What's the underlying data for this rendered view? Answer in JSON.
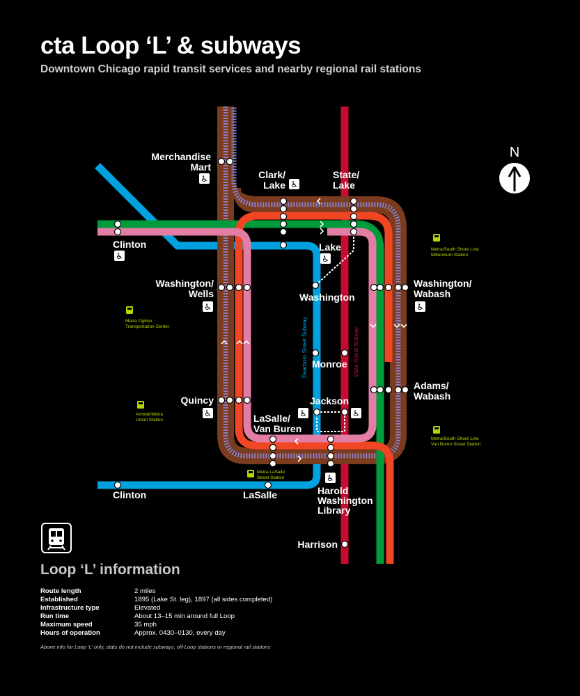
{
  "header": {
    "title": "cta Loop ‘L’ & subways",
    "subtitle": "Downtown Chicago rapid transit services and nearby regional rail stations"
  },
  "compass": {
    "label": "N"
  },
  "colors": {
    "brown": "#7a3b1f",
    "green": "#009b3a",
    "orange": "#f14624",
    "pink": "#e27ea6",
    "blue": "#00a1de",
    "red": "#c60c30",
    "purple": "#8a7fc4",
    "metra": "#b9d300"
  },
  "stations": {
    "merchandise_mart": [
      "Merchandise",
      "Mart"
    ],
    "clark_lake": [
      "Clark/",
      "Lake"
    ],
    "state_lake": [
      "State/",
      "Lake"
    ],
    "clinton_green": "Clinton",
    "lake": "Lake",
    "washington_wells": [
      "Washington/",
      "Wells"
    ],
    "washington": "Washington",
    "washington_wabash": [
      "Washington/",
      "Wabash"
    ],
    "monroe": "Monroe",
    "quincy": "Quincy",
    "jackson": "Jackson",
    "adams_wabash": [
      "Adams/",
      "Wabash"
    ],
    "lasalle_vanburen": [
      "LaSalle/",
      "Van Buren"
    ],
    "clinton_blue": "Clinton",
    "lasalle": "LaSalle",
    "harold_washington": [
      "Harold",
      "Washington",
      "Library"
    ],
    "harrison": "Harrison"
  },
  "subways": {
    "dearborn": "Dearborn Street Subway",
    "state": "State Street Subway"
  },
  "metra": {
    "millennium": [
      "Metra/South Shore Line",
      "Millennium Station"
    ],
    "ogilvie": [
      "Metra Ogilvie",
      "Transportation Center"
    ],
    "union": [
      "Amtrak/Metra",
      "Union Station"
    ],
    "vanburen": [
      "Metra/South Shore Line",
      "Van Buren Street Station"
    ],
    "lasalle": [
      "Metra LaSalle",
      "Street Station"
    ]
  },
  "info": {
    "title": "Loop ‘L’ information",
    "rows": [
      {
        "label": "Route length",
        "value": "2 miles"
      },
      {
        "label": "Established",
        "value": "1895 (Lake St. leg), 1897 (all sides completed)"
      },
      {
        "label": "Infrastructure type",
        "value": "Elevated"
      },
      {
        "label": "Run time",
        "value": "About 13–15 min around full Loop"
      },
      {
        "label": "Maximum speed",
        "value": "35 mph"
      },
      {
        "label": "Hours of operation",
        "value": "Approx. 0430–0130, every day"
      }
    ],
    "note": "Above info for Loop ‘L’ only, stats do not include subways, off-Loop stations or regional rail stations"
  }
}
